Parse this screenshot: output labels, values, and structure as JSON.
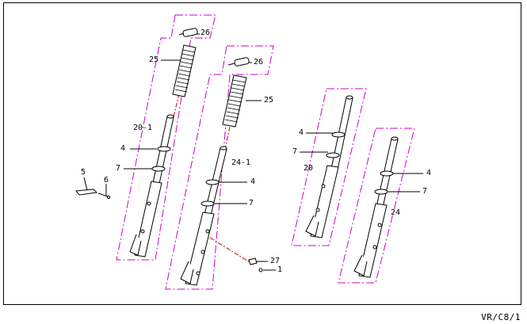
{
  "sheet_code": "VR/C8/1",
  "callouts": {
    "c26a": "26",
    "c25a": "25",
    "c20_1": "20-1",
    "c4a": "4",
    "c7a": "7",
    "c5": "5",
    "c6": "6",
    "c26b": "26",
    "c25b": "25",
    "c24_1": "24-1",
    "c4b": "4",
    "c7b": "7",
    "c27": "27",
    "c1": "1",
    "c4c": "4",
    "c7c": "7",
    "c20": "20",
    "c4d": "4",
    "c7d": "7",
    "c24": "24"
  },
  "colors": {
    "outline": "#000000",
    "group_boundary": "#cc00cc",
    "leader": "#000000"
  }
}
